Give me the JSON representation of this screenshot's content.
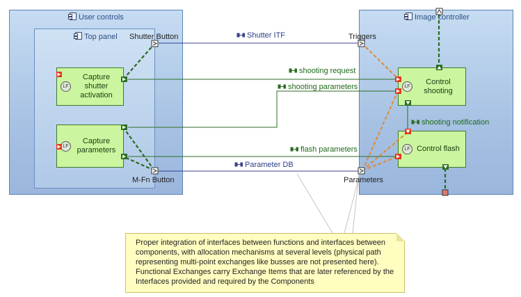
{
  "components": {
    "user_controls": {
      "title": "User controls"
    },
    "top_panel": {
      "title": "Top panel"
    },
    "image_controller": {
      "title": "Image controller"
    }
  },
  "functions": {
    "capture_shutter": "Capture shutter activation",
    "capture_parameters": "Capture parameters",
    "control_shooting": "Control shooting",
    "control_flash": "Control flash",
    "lf_badge": "LF"
  },
  "ports": {
    "shutter_button": "Shutter Button",
    "mfn_button": "M-Fn Button",
    "triggers": "Triggers",
    "parameters": "Parameters"
  },
  "exchanges": {
    "shutter_itf": "Shutter ITF",
    "parameter_db": "Parameter DB",
    "shooting_request": "shooting request",
    "shooting_parameters": "shooting parameters",
    "flash_parameters": "flash parameters",
    "shooting_notification": "shooting notification"
  },
  "note": {
    "lines": [
      "Proper integration of interfaces between functions and interfaces between",
      "components, with allocation mechanisms at several levels (physical path",
      "representing multi-point exchanges like busses are not presented here).",
      "Functional Exchanges carry Exchange Items that are later referenced by the",
      "Interfaces provided and required by the Components"
    ]
  },
  "colors": {
    "component_border": "#5b84b4",
    "function_fill": "#ccf59f",
    "functional_exchange": "#2d6e23",
    "component_exchange": "#3b3f8f",
    "allocation_link": "#e08a2e",
    "port_allocation": "#2a6a22",
    "note_fill": "#fffdc0"
  }
}
